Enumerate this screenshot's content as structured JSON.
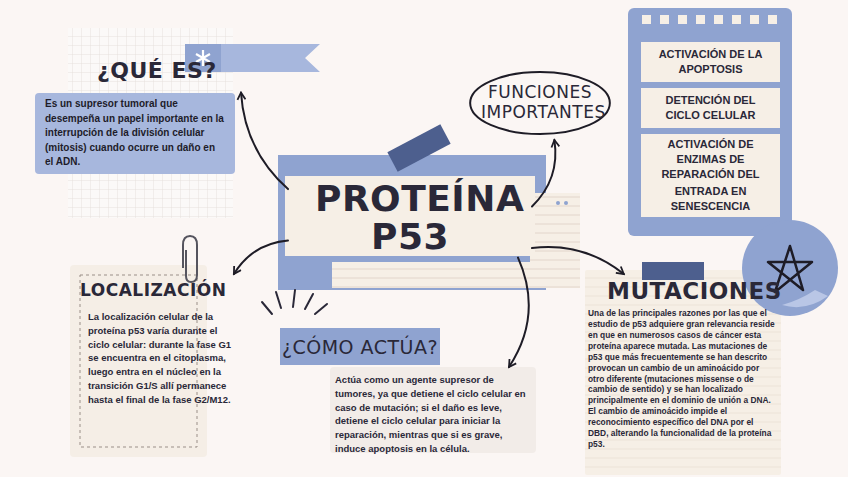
{
  "diagram": {
    "nodes": [
      {
        "text": [
          "PROTEÍNA P53"
        ]
      },
      {
        "text": [
          "¿QUÉ ES?",
          "Es un supresor tumoral que desempeña un papel importante en la interrupción de la división celular (mitosis) cuando ocurre un daño en el ADN."
        ]
      },
      {
        "text": [
          "FUNCIONES IMPORTANTES"
        ]
      },
      {
        "text": [
          "ACTIVACIÓN DE LA APOPTOSIS"
        ]
      },
      {
        "text": [
          "DETENCIÓN DEL CICLO CELULAR"
        ]
      },
      {
        "text": [
          "ACTIVACIÓN DE ENZIMAS DE REPARACIÓN DEL ADN"
        ]
      },
      {
        "text": [
          "ENTRADA EN SENESCENCIA"
        ]
      },
      {
        "text": [
          "LOCALIZACIÓN",
          "La localización celular de la proteína p53 varía durante el ciclo celular: durante la fase G1 se encuentra en el citoplasma, luego entra en el núcleo en la transición G1/S allí permanece hasta el final de la fase G2/M12."
        ]
      },
      {
        "text": [
          "¿CÓMO ACTÚA?"
        ]
      },
      {
        "text": [
          "Actúa como un agente supresor de tumores, ya que detiene el ciclo celular en caso de mutación; si el daño es leve, detiene el ciclo celular para iniciar la reparación, mientras que si es grave, induce apoptosis en la célula."
        ]
      },
      {
        "text": [
          "MUTACIONES",
          "Una de las principales razones por las que el estudio de p53 adquiere gran relevancia reside en que en numerosos casos de cáncer esta proteína aparece mutada. Las mutaciones de p53 que más frecuentemente se han descrito provocan un cambio de un aminoácido por otro diferente (mutaciones missense o de cambio de sentido) y se han localizado principalmente en el dominio de unión a DNA. El cambio de aminoácido impide el reconocimiento específico del DNA por el DBD, alterando la funcionalidad de la proteína p53."
        ]
      }
    ],
    "edges": [
      {
        "from": 0,
        "to": 1,
        "arrow": "to"
      },
      {
        "from": 0,
        "to": 2,
        "arrow": "to"
      },
      {
        "from": 0,
        "to": 7,
        "arrow": "to"
      },
      {
        "from": 0,
        "to": 9,
        "arrow": "to"
      },
      {
        "from": 0,
        "to": 10,
        "arrow": "to"
      }
    ]
  }
}
